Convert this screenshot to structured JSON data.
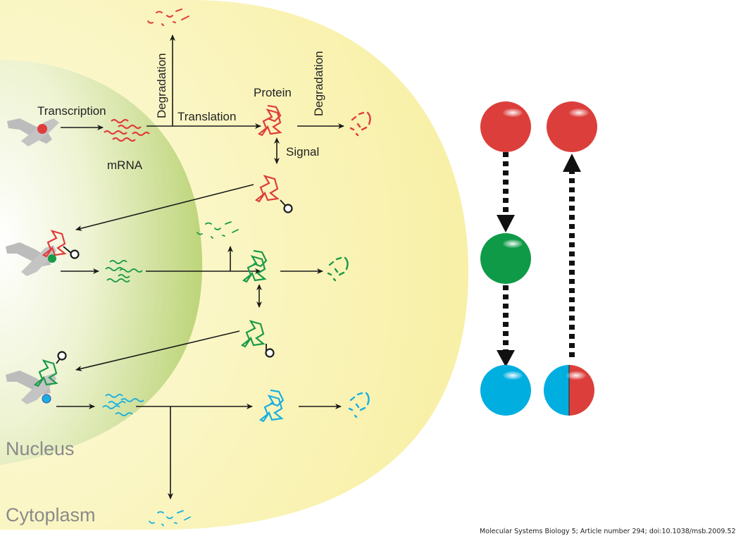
{
  "figure": {
    "regions": {
      "nucleus": "Nucleus",
      "cytoplasm": "Cytoplasm"
    },
    "labels": {
      "transcription": "Transcription",
      "mrna": "mRNA",
      "translation": "Translation",
      "protein": "Protein",
      "degradation_mrna": "Degradation",
      "degradation_protein": "Degradation",
      "signal": "Signal"
    },
    "colors": {
      "gene1": "#e03c3c",
      "gene2": "#1a9a48",
      "gene3": "#1aaee0",
      "nucleus": "#c9dc86",
      "cytoplasm": "#fbf5b4",
      "chromosome": "#b9b9b9",
      "arrow": "#1a1a1a"
    },
    "pathway": [
      {
        "gene": "red",
        "activated_by": null,
        "activates": "green"
      },
      {
        "gene": "green",
        "activated_by": "red",
        "activates": "blue"
      },
      {
        "gene": "blue",
        "activated_by": "green",
        "activates": null
      }
    ]
  },
  "network_schematic": {
    "nodes": [
      {
        "id": "red-top-left",
        "color": "red"
      },
      {
        "id": "green-middle",
        "color": "green"
      },
      {
        "id": "blue-bottom-left",
        "color": "blue"
      },
      {
        "id": "red-top-right",
        "color": "red"
      },
      {
        "id": "blue-red-bottom-right",
        "color": "blue/red split"
      }
    ],
    "edges": [
      {
        "from": "red-top-left",
        "to": "green-middle",
        "style": "dashed"
      },
      {
        "from": "green-middle",
        "to": "blue-bottom-left",
        "style": "dashed"
      },
      {
        "from": "blue-red-bottom-right",
        "to": "red-top-right",
        "style": "dashed"
      }
    ]
  },
  "citation": "Molecular Systems Biology 5; Article number 294; doi:10.1038/msb.2009.52"
}
